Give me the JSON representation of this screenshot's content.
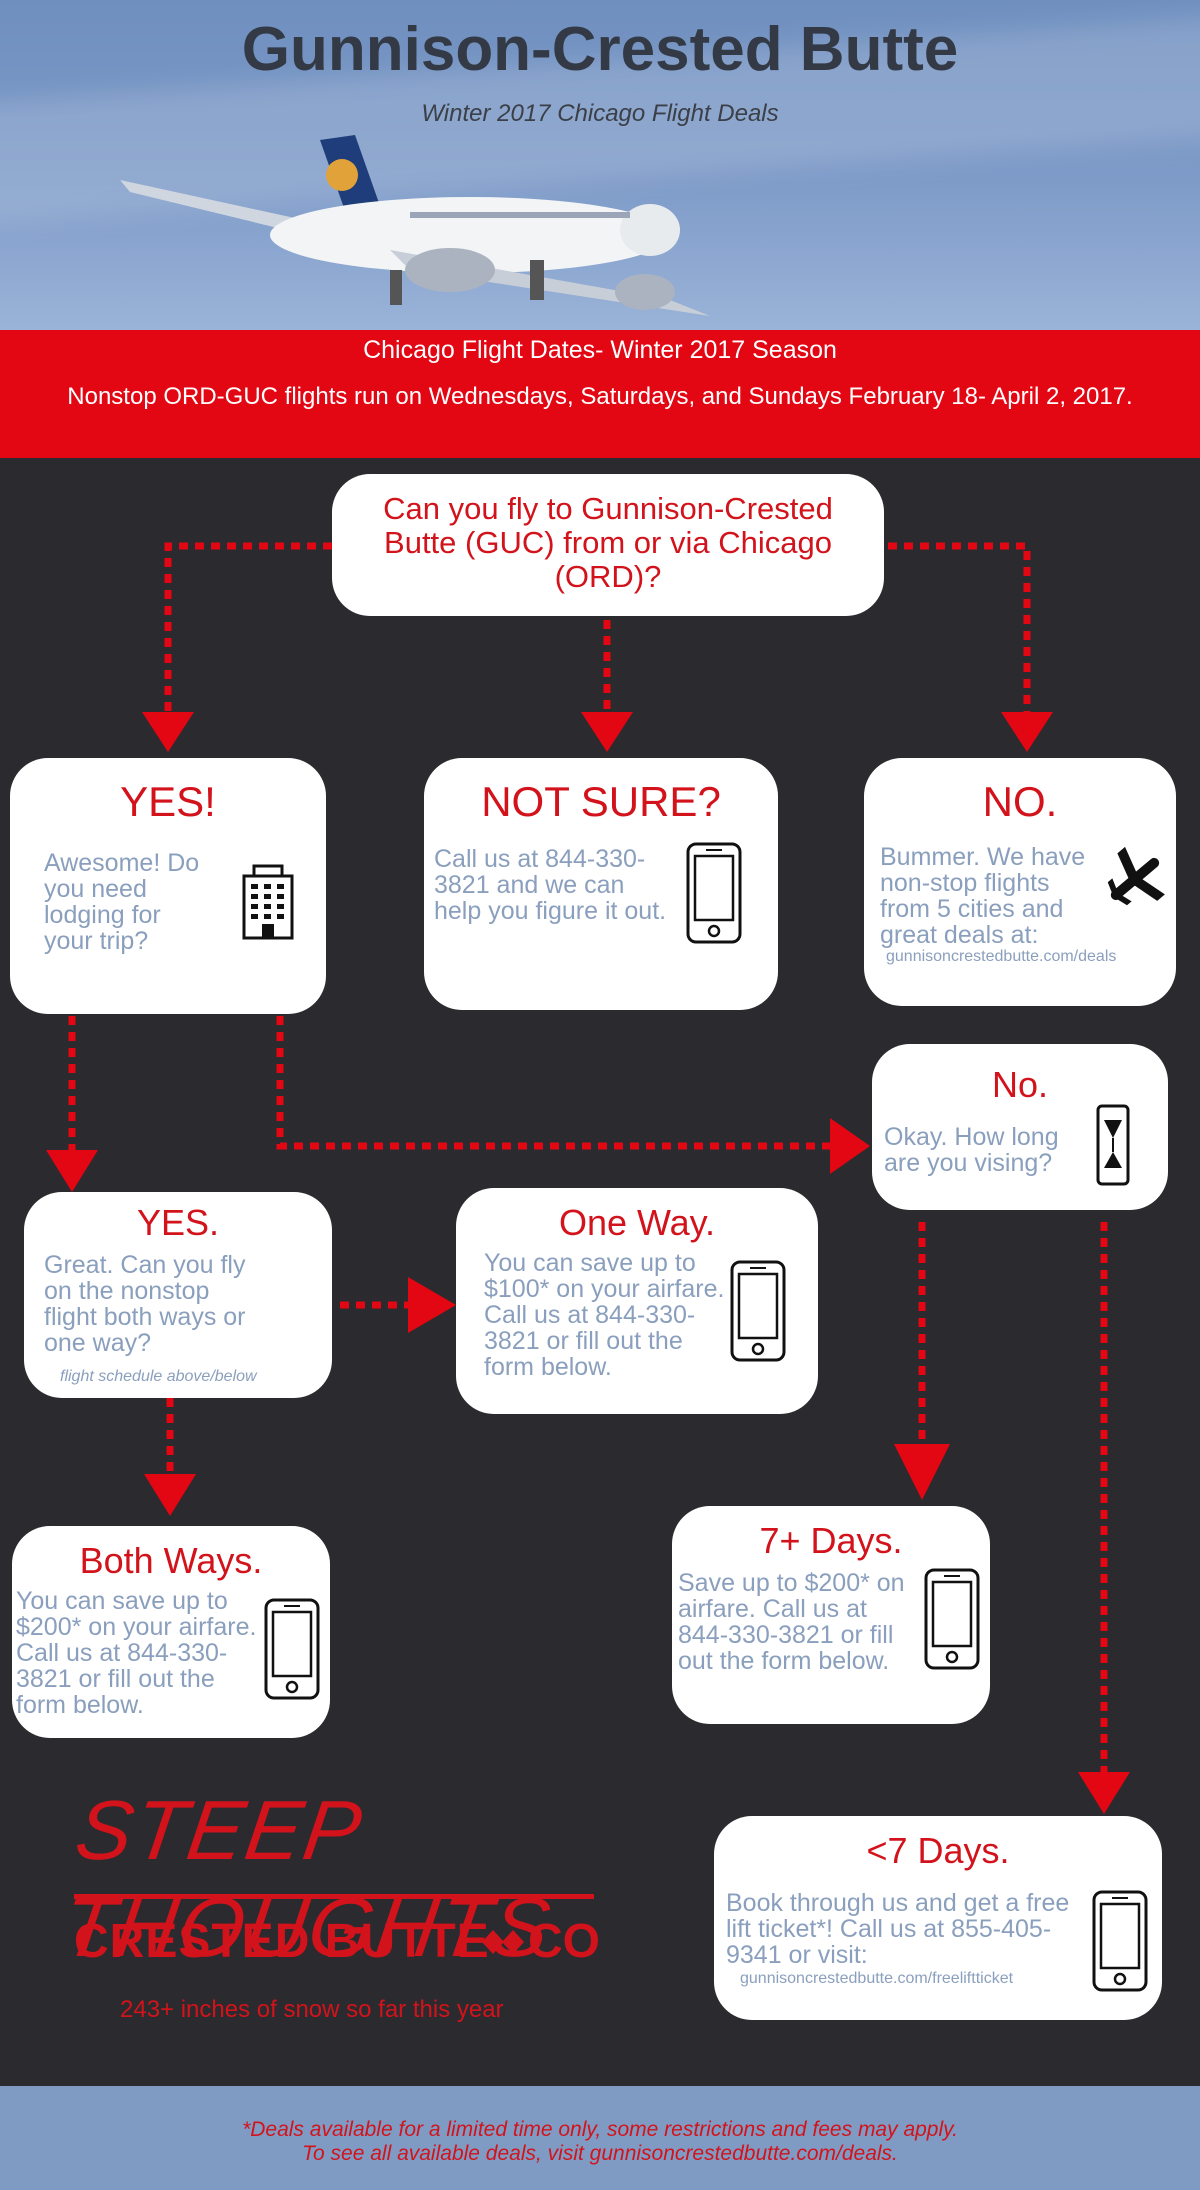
{
  "header": {
    "title": "Gunnison-Crested Butte",
    "subtitle": "Winter 2017 Chicago Flight Deals"
  },
  "banner": {
    "line1": "Chicago Flight Dates-  Winter 2017 Season",
    "line2": "Nonstop ORD-GUC flights run on Wednesdays, Saturdays, and Sundays February 18- April 2, 2017."
  },
  "question": "Can you fly to Gunnison-Crested Butte (GUC) from or via Chicago (ORD)?",
  "yes": {
    "heading": "YES!",
    "text": "Awesome! Do you need lodging for your trip?",
    "icon": "building-icon"
  },
  "notsure": {
    "heading": "NOT SURE?",
    "text": "Call us at 844-330-3821 and we can help you figure it out.",
    "icon": "phone-icon"
  },
  "no": {
    "heading": "NO.",
    "text": "Bummer. We have non-stop flights from 5 cities and great deals at:",
    "link": "gunnisoncrestedbutte.com/deals",
    "icon": "airplane-icon"
  },
  "no2": {
    "heading": "No.",
    "text": "Okay. How long are you vising?",
    "icon": "hourglass-icon"
  },
  "yes2": {
    "heading": "YES.",
    "text": "Great. Can you fly on the nonstop flight both ways or one way?",
    "note": "flight schedule above/below"
  },
  "oneway": {
    "heading": "One Way.",
    "text": "You can save up to $100* on your airfare. Call us at 844-330-3821 or fill out the form below.",
    "icon": "phone-icon"
  },
  "bothways": {
    "heading": "Both Ways.",
    "text": "You can save up to $200* on your airfare. Call us at 844-330-3821 or fill out the form below.",
    "icon": "phone-icon"
  },
  "sevenplus": {
    "heading": "7+ Days.",
    "text": "Save up to $200* on airfare. Call us at 844-330-3821 or fill out the form below.",
    "icon": "phone-icon"
  },
  "lessseven": {
    "heading": "<7 Days.",
    "text": "Book through us and get a free lift ticket*! Call us at 855-405-9341 or visit:",
    "link": "gunnisoncrestedbutte.com/freeliftticket",
    "icon": "phone-icon"
  },
  "brand": {
    "line1": "STEEP THOUGHTS",
    "line2": "CRESTED BUTTE",
    "line3": "CO"
  },
  "snow": "243+ inches of snow so far this year",
  "footer": {
    "line1": "*Deals available for a limited time only, some restrictions and fees may apply.",
    "line2": "To see all available deals, visit gunnisoncrestedbutte.com/deals."
  },
  "colors": {
    "red": "#e30613",
    "dark": "#2b2a2e",
    "text_blue": "#8a9fbd",
    "footer_blue": "#7f9bc3"
  }
}
